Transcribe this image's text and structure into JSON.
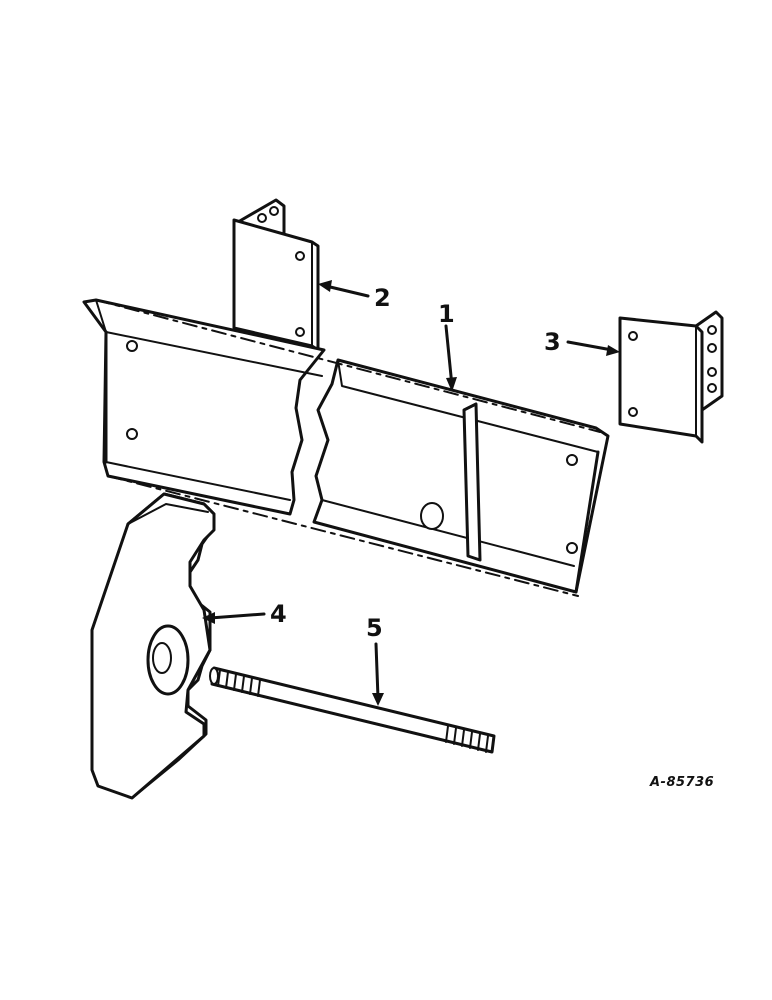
{
  "callouts": {
    "part1": "1",
    "part2": "2",
    "part3": "3",
    "part4": "4",
    "part5": "5"
  },
  "reference_code": "A-85736",
  "colors": {
    "ink": "#111111",
    "paper": "#ffffff"
  }
}
